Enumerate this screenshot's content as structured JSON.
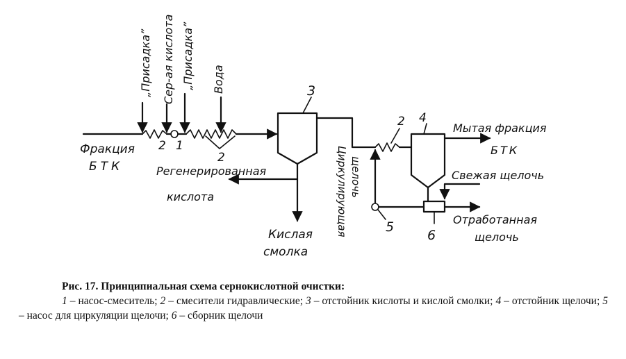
{
  "labels": {
    "fraction_btk_1": "Фракция",
    "fraction_btk_2": "БТК",
    "additive_1": "„Присадка”",
    "sulfuric_acid": "Сер-ая кислота",
    "additive_2": "„Присадка”",
    "water": "Вода",
    "regen_acid_1": "Регенерированная",
    "regen_acid_2": "кислота",
    "acid_tar_1": "Кислая",
    "acid_tar_2": "смолка",
    "circ_alkali_1": "Циркулирующая",
    "circ_alkali_2": "щелочь",
    "washed_1": "Мытая фракция",
    "washed_2": "БТК",
    "fresh_alkali": "Свежая щелочь",
    "spent_1": "Отработанная",
    "spent_2": "щелочь"
  },
  "numbers": {
    "n2a": "2",
    "n1": "1",
    "n2b": "2",
    "n3": "3",
    "n2c": "2",
    "n4": "4",
    "n5": "5",
    "n6": "6"
  },
  "caption": {
    "title": "Рис. 17. Принципиальная схема сернокислотной очистки:",
    "items": [
      {
        "num": "1",
        "text": " – насос-смеситель; "
      },
      {
        "num": "2",
        "text": " – смесители гидравлические; "
      },
      {
        "num": "3",
        "text": " – отстойник кислоты и кислой смолки; "
      },
      {
        "num": "4",
        "text": " – отстойник щелочи; "
      },
      {
        "num": "5",
        "text": " – насос для циркуляции щелочи; "
      },
      {
        "num": "6",
        "text": " – сборник щелочи"
      }
    ]
  }
}
